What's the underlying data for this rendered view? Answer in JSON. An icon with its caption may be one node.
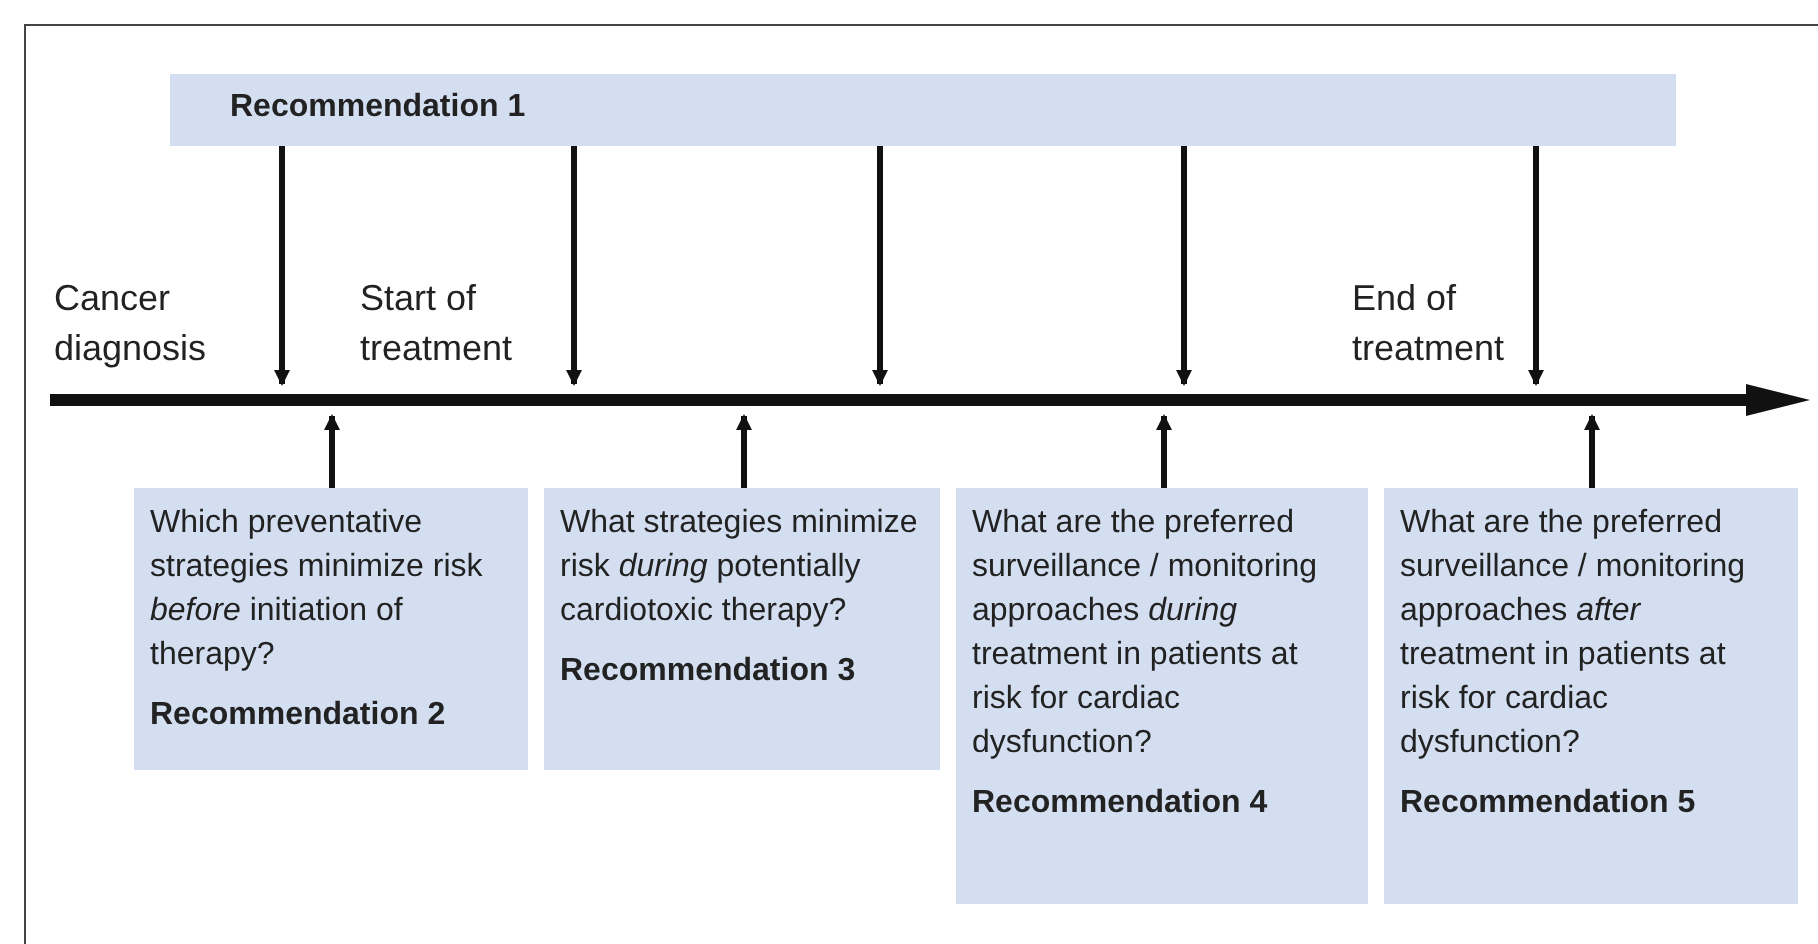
{
  "diagram": {
    "nodes": [
      {
        "text": [
          "Recommendation 1"
        ]
      },
      {
        "text": [],
        "shape": "bar"
      },
      {
        "text": [
          "Which preventative strategies minimize risk *before* initiation of therapy?",
          "Recommendation 2"
        ]
      },
      {
        "text": [
          "What strategies minimize risk *during* potentially cardiotoxic therapy?",
          "Recommendation 3"
        ]
      },
      {
        "text": [
          "What are the preferred surveillance / monitoring approaches *during* treatment in patients at risk for cardiac dysfunction?",
          "Recommendation 4"
        ]
      },
      {
        "text": [
          "What are the preferred surveillance / monitoring approaches *after* treatment in patients at risk for cardiac dysfunction?",
          "Recommendation 5"
        ]
      }
    ],
    "edges": [
      {
        "from": 0,
        "to": 1,
        "arrow": "to"
      },
      {
        "from": 0,
        "to": 1,
        "arrow": "to"
      },
      {
        "from": 0,
        "to": 1,
        "arrow": "to"
      },
      {
        "from": 0,
        "to": 1,
        "arrow": "to"
      },
      {
        "from": 0,
        "to": 1,
        "arrow": "to"
      },
      {
        "from": 2,
        "to": 1,
        "arrow": "to"
      },
      {
        "from": 3,
        "to": 1,
        "arrow": "to"
      },
      {
        "from": 4,
        "to": 1,
        "arrow": "to"
      },
      {
        "from": 5,
        "to": 1,
        "arrow": "to"
      }
    ],
    "labels": [
      "Cancer diagnosis",
      "Start of treatment",
      "End of treatment"
    ]
  }
}
